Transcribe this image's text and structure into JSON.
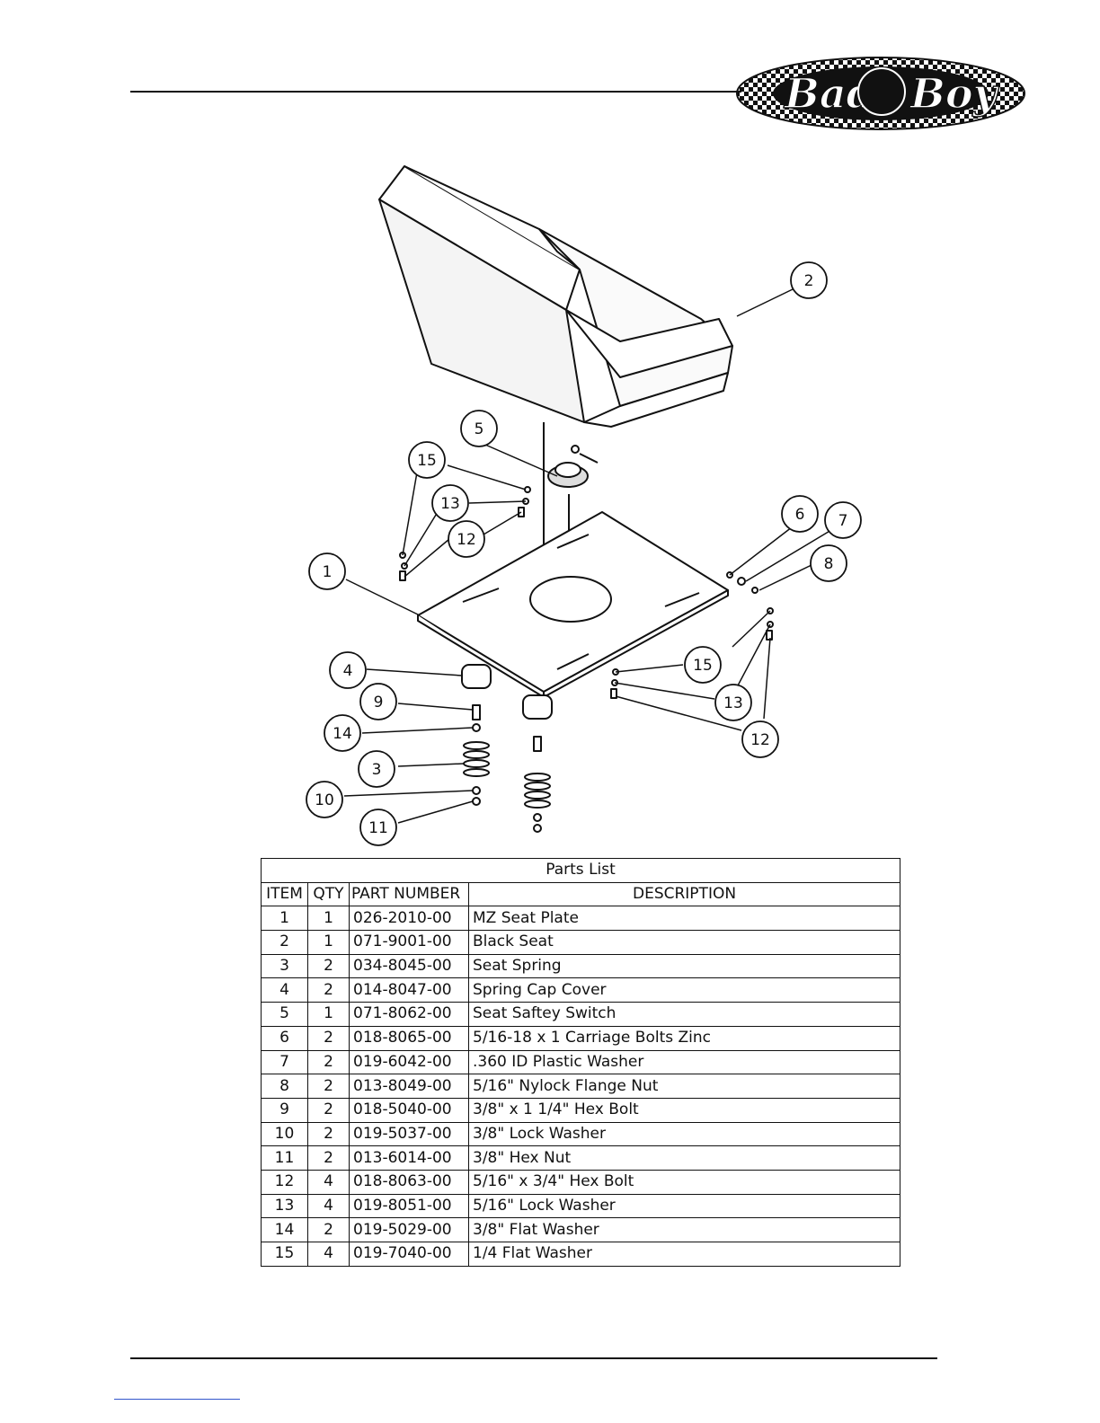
{
  "logo": {
    "icon": "bad-boy-logo",
    "text": "Bad Boy"
  },
  "diagram": {
    "icon": "seat-assembly-exploded-view",
    "callouts": [
      "1",
      "2",
      "3",
      "4",
      "5",
      "6",
      "7",
      "8",
      "9",
      "10",
      "11",
      "12",
      "13",
      "14",
      "15"
    ]
  },
  "parts_list": {
    "title": "Parts List",
    "columns": [
      "ITEM",
      "QTY",
      "PART NUMBER",
      "DESCRIPTION"
    ],
    "rows": [
      {
        "item": "1",
        "qty": "1",
        "part": "026-2010-00",
        "desc": "MZ Seat Plate"
      },
      {
        "item": "2",
        "qty": "1",
        "part": "071-9001-00",
        "desc": "Black Seat"
      },
      {
        "item": "3",
        "qty": "2",
        "part": "034-8045-00",
        "desc": "Seat Spring"
      },
      {
        "item": "4",
        "qty": "2",
        "part": "014-8047-00",
        "desc": "Spring Cap Cover"
      },
      {
        "item": "5",
        "qty": "1",
        "part": "071-8062-00",
        "desc": "Seat Saftey Switch"
      },
      {
        "item": "6",
        "qty": "2",
        "part": "018-8065-00",
        "desc": "5/16-18 x 1 Carriage Bolts Zinc"
      },
      {
        "item": "7",
        "qty": "2",
        "part": "019-6042-00",
        "desc": ".360 ID Plastic Washer"
      },
      {
        "item": "8",
        "qty": "2",
        "part": "013-8049-00",
        "desc": "5/16\" Nylock Flange Nut"
      },
      {
        "item": "9",
        "qty": "2",
        "part": "018-5040-00",
        "desc": "3/8\" x 1 1/4\" Hex Bolt"
      },
      {
        "item": "10",
        "qty": "2",
        "part": "019-5037-00",
        "desc": "3/8\" Lock Washer"
      },
      {
        "item": "11",
        "qty": "2",
        "part": "013-6014-00",
        "desc": "3/8\" Hex Nut"
      },
      {
        "item": "12",
        "qty": "4",
        "part": "018-8063-00",
        "desc": "5/16\" x 3/4\" Hex Bolt"
      },
      {
        "item": "13",
        "qty": "4",
        "part": "019-8051-00",
        "desc": "5/16\" Lock Washer"
      },
      {
        "item": "14",
        "qty": "2",
        "part": "019-5029-00",
        "desc": "3/8\" Flat Washer"
      },
      {
        "item": "15",
        "qty": "4",
        "part": "019-7040-00",
        "desc": "1/4  Flat Washer"
      }
    ]
  }
}
